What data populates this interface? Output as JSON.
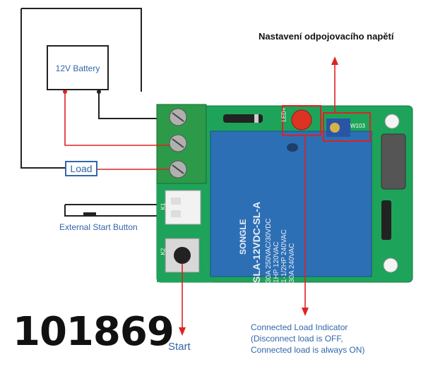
{
  "diagram": {
    "battery_label": "12V Battery",
    "load_label": "Load",
    "title_label": "Nastavení odpojovacího napětí",
    "external_button_label": "External Start Button",
    "start_label": "Start",
    "indicator_label": "Connected Load Indicator\n(Disconnect load is OFF,\nConnected load is always ON)",
    "product_code": "101869",
    "relay_brand": "SONGLE",
    "relay_model": "SLA-12VDC-SL-A",
    "relay_ratings": [
      "30A 250VAC/30VDC",
      "30A 240VAC"
    ],
    "relay_hp": [
      "1HP 120VAC",
      "1-1/2HP 240VAC"
    ],
    "pcb_labels": [
      "LED+",
      "W103",
      "K1",
      "K2"
    ],
    "colors": {
      "pcb": "#1ea35a",
      "relay": "#2d6fb5",
      "terminal": "#2c9a48",
      "wire_red": "#dd2222",
      "text_blue": "#3366aa"
    }
  }
}
